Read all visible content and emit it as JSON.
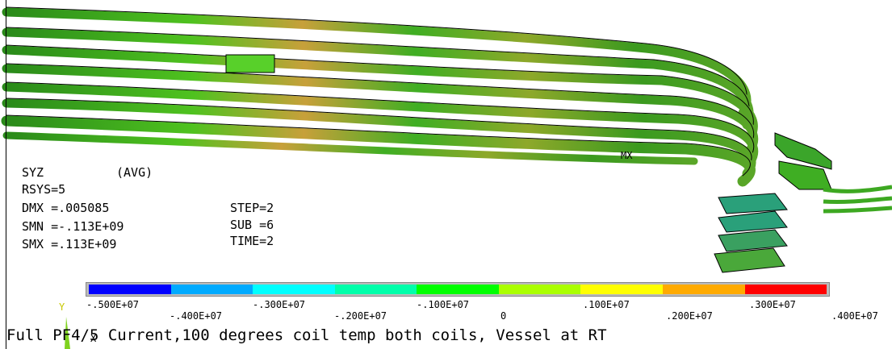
{
  "info": {
    "line1_name": "SYZ",
    "line1_avg": "(AVG)",
    "rsys": "RSYS=5",
    "dmx": "DMX =.005085",
    "smn": "SMN =-.113E+09",
    "smx": "SMX =.113E+09",
    "step": "STEP=2",
    "sub": "SUB =6",
    "time": "TIME=2"
  },
  "model": {
    "max_marker": "MX"
  },
  "legend": {
    "colors": [
      "#0000ff",
      "#00aaff",
      "#00ffff",
      "#00ffaa",
      "#00ff00",
      "#aaff00",
      "#ffff00",
      "#ffaa00",
      "#ff0000"
    ],
    "labels": [
      "-.500E+07",
      "-.400E+07",
      "-.300E+07",
      "-.200E+07",
      "-.100E+07",
      "0",
      ".100E+07",
      ".200E+07",
      ".300E+07",
      ".400E+07"
    ]
  },
  "triad": {
    "y_label": "Y",
    "x_label": "X"
  },
  "caption": "Full PF4/5 Current,100 degrees coil temp both coils, Vessel at RT"
}
